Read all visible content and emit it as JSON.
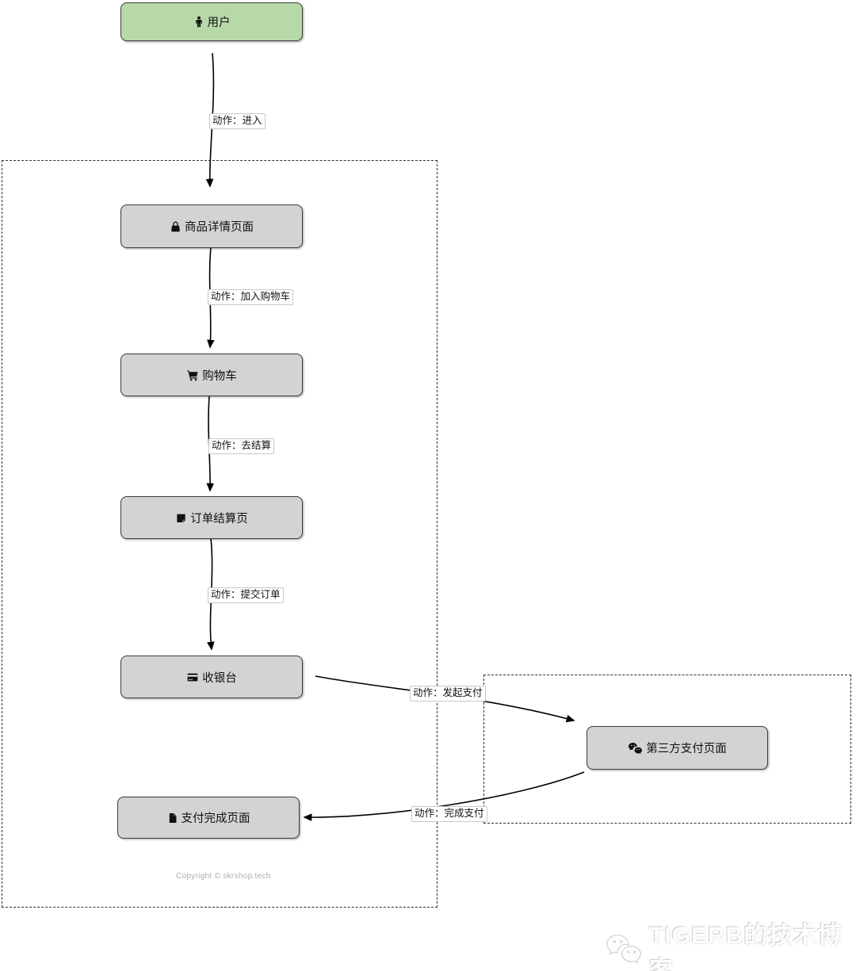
{
  "diagram": {
    "nodes": {
      "user": {
        "label": "用户",
        "icon": "male-user-icon",
        "fill": "#b7d8a8"
      },
      "product_detail": {
        "label": "商品详情页面",
        "icon": "shopping-bag-icon",
        "fill": "#d3d3d3"
      },
      "cart": {
        "label": "购物车",
        "icon": "shopping-cart-icon",
        "fill": "#d3d3d3"
      },
      "order_checkout": {
        "label": "订单结算页",
        "icon": "sticky-note-icon",
        "fill": "#d3d3d3"
      },
      "cashier": {
        "label": "收银台",
        "icon": "credit-card-icon",
        "fill": "#d3d3d3"
      },
      "third_party_payment": {
        "label": "第三方支付页面",
        "icon": "wechat-icon",
        "fill": "#d3d3d3"
      },
      "payment_complete": {
        "label": "支付完成页面",
        "icon": "file-icon",
        "fill": "#d3d3d3"
      }
    },
    "edges": {
      "enter": "动作：进入",
      "add_to_cart": "动作：加入购物车",
      "to_checkout": "动作：去结算",
      "submit_order": "动作：提交订单",
      "initiate_payment": "动作：发起支付",
      "complete_payment": "动作：完成支付"
    },
    "copyright": "Copyright © skrshop.tech",
    "watermark": "TIGERB的技术博客",
    "colors": {
      "start_fill": "#b7d8a8",
      "process_fill": "#d3d3d3",
      "border": "#3a3a3a",
      "arrow": "#000000",
      "dashed_border": "#2f2f2f"
    }
  }
}
